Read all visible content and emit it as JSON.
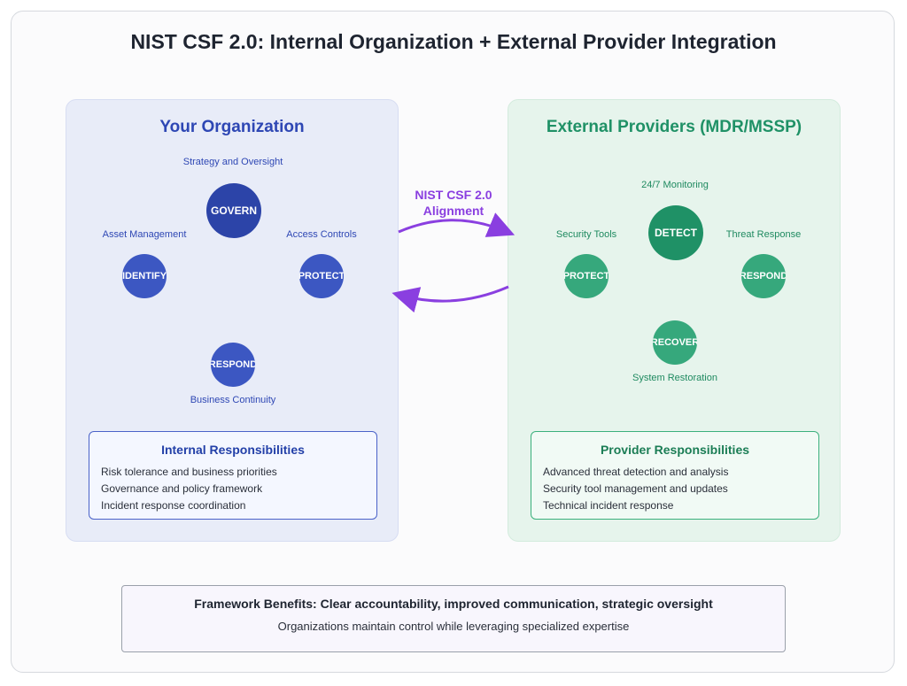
{
  "title": "NIST CSF 2.0: Internal Organization + External Provider Integration",
  "alignment": {
    "line1": "NIST CSF 2.0",
    "line2": "Alignment"
  },
  "organization": {
    "title": "Your Organization",
    "labels": {
      "govern": "Strategy and Oversight",
      "identify": "Asset Management",
      "protect": "Access Controls",
      "respond": "Business Continuity"
    },
    "nodes": {
      "govern": "GOVERN",
      "identify": "IDENTIFY",
      "protect": "PROTECT",
      "respond": "RESPOND"
    },
    "responsibilities": {
      "title": "Internal Responsibilities",
      "items": [
        "Risk tolerance and business priorities",
        "Governance and policy framework",
        "Incident response coordination"
      ]
    }
  },
  "provider": {
    "title": "External Providers (MDR/MSSP)",
    "labels": {
      "detect": "24/7 Monitoring",
      "protect": "Security Tools",
      "respond": "Threat Response",
      "recover": "System Restoration"
    },
    "nodes": {
      "detect": "DETECT",
      "protect": "PROTECT",
      "respond": "RESPOND",
      "recover": "RECOVER"
    },
    "responsibilities": {
      "title": "Provider Responsibilities",
      "items": [
        "Advanced threat detection and analysis",
        "Security tool management and updates",
        "Technical incident response"
      ]
    }
  },
  "benefits": {
    "title": "Framework Benefits: Clear accountability, improved communication, strategic oversight",
    "subtitle": "Organizations maintain control while leveraging specialized expertise"
  },
  "colors": {
    "org_primary": "#2e47b4",
    "org_node": "#3c57c2",
    "org_node_dark": "#2c44a8",
    "provider_primary": "#1f9166",
    "provider_node": "#36a87c",
    "provider_node_dark": "#1f9166",
    "arrow": "#8a3fe0"
  }
}
